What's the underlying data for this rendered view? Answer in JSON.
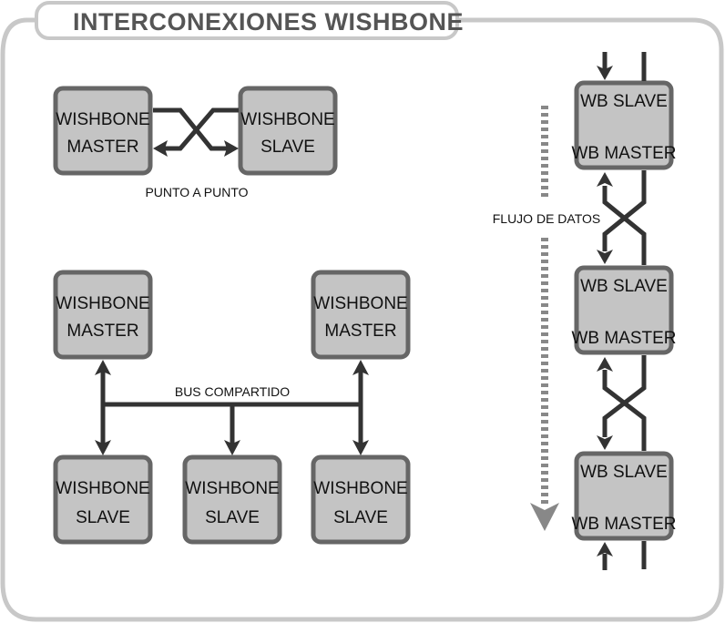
{
  "title": "INTERCONEXIONES WISHBONE",
  "colors": {
    "box_fill": "#c4c4c4",
    "box_border": "#666666",
    "line": "#333333",
    "frame": "#c8c8c8",
    "flow_arrow": "#888888"
  },
  "point_to_point": {
    "master": {
      "line1": "WISHBONE",
      "line2": "MASTER"
    },
    "slave": {
      "line1": "WISHBONE",
      "line2": "SLAVE"
    },
    "label": "PUNTO A PUNTO"
  },
  "shared_bus": {
    "label": "BUS COMPARTIDO",
    "masters": [
      {
        "line1": "WISHBONE",
        "line2": "MASTER"
      },
      {
        "line1": "WISHBONE",
        "line2": "MASTER"
      }
    ],
    "slaves": [
      {
        "line1": "WISHBONE",
        "line2": "SLAVE"
      },
      {
        "line1": "WISHBONE",
        "line2": "SLAVE"
      },
      {
        "line1": "WISHBONE",
        "line2": "SLAVE"
      }
    ]
  },
  "pipeline": {
    "flow_label": "FLUJO DE DATOS",
    "stages": [
      {
        "top": "WB SLAVE",
        "bottom": "WB MASTER"
      },
      {
        "top": "WB SLAVE",
        "bottom": "WB MASTER"
      },
      {
        "top": "WB SLAVE",
        "bottom": "WB MASTER"
      }
    ]
  }
}
